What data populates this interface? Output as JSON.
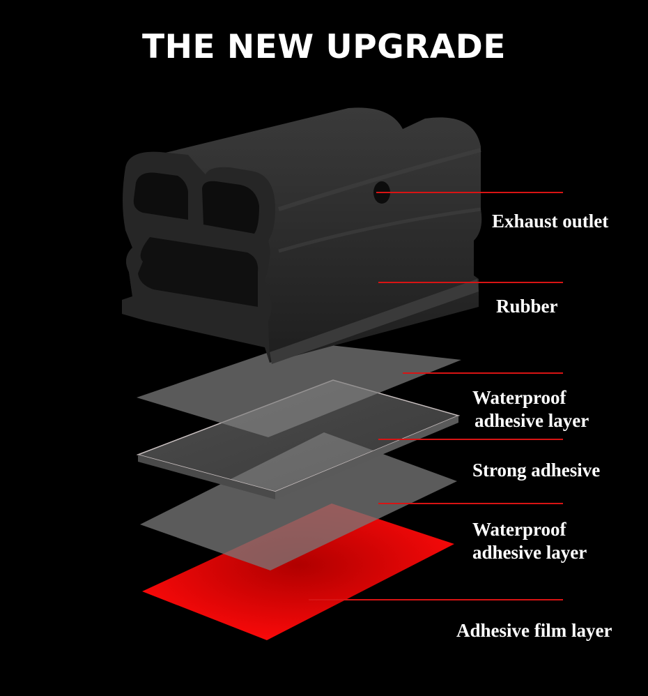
{
  "title": "THE NEW UPGRADE",
  "colors": {
    "background": "#000000",
    "text": "#ffffff",
    "leader_line": "#d81414",
    "rubber": "#2a2a2a",
    "film_gray": "#6b6b6b",
    "film_red": "#e60000"
  },
  "labels": [
    {
      "id": "exhaust",
      "line1": "Exhaust outlet",
      "line2": ""
    },
    {
      "id": "rubber",
      "line1": "Rubber",
      "line2": ""
    },
    {
      "id": "waterproof-top",
      "line1": "Waterproof",
      "line2": "adhesive layer"
    },
    {
      "id": "strong",
      "line1": "Strong adhesive",
      "line2": ""
    },
    {
      "id": "waterproof-bottom",
      "line1": "Waterproof",
      "line2": "adhesive layer"
    },
    {
      "id": "film",
      "line1": "Adhesive film layer",
      "line2": ""
    }
  ]
}
